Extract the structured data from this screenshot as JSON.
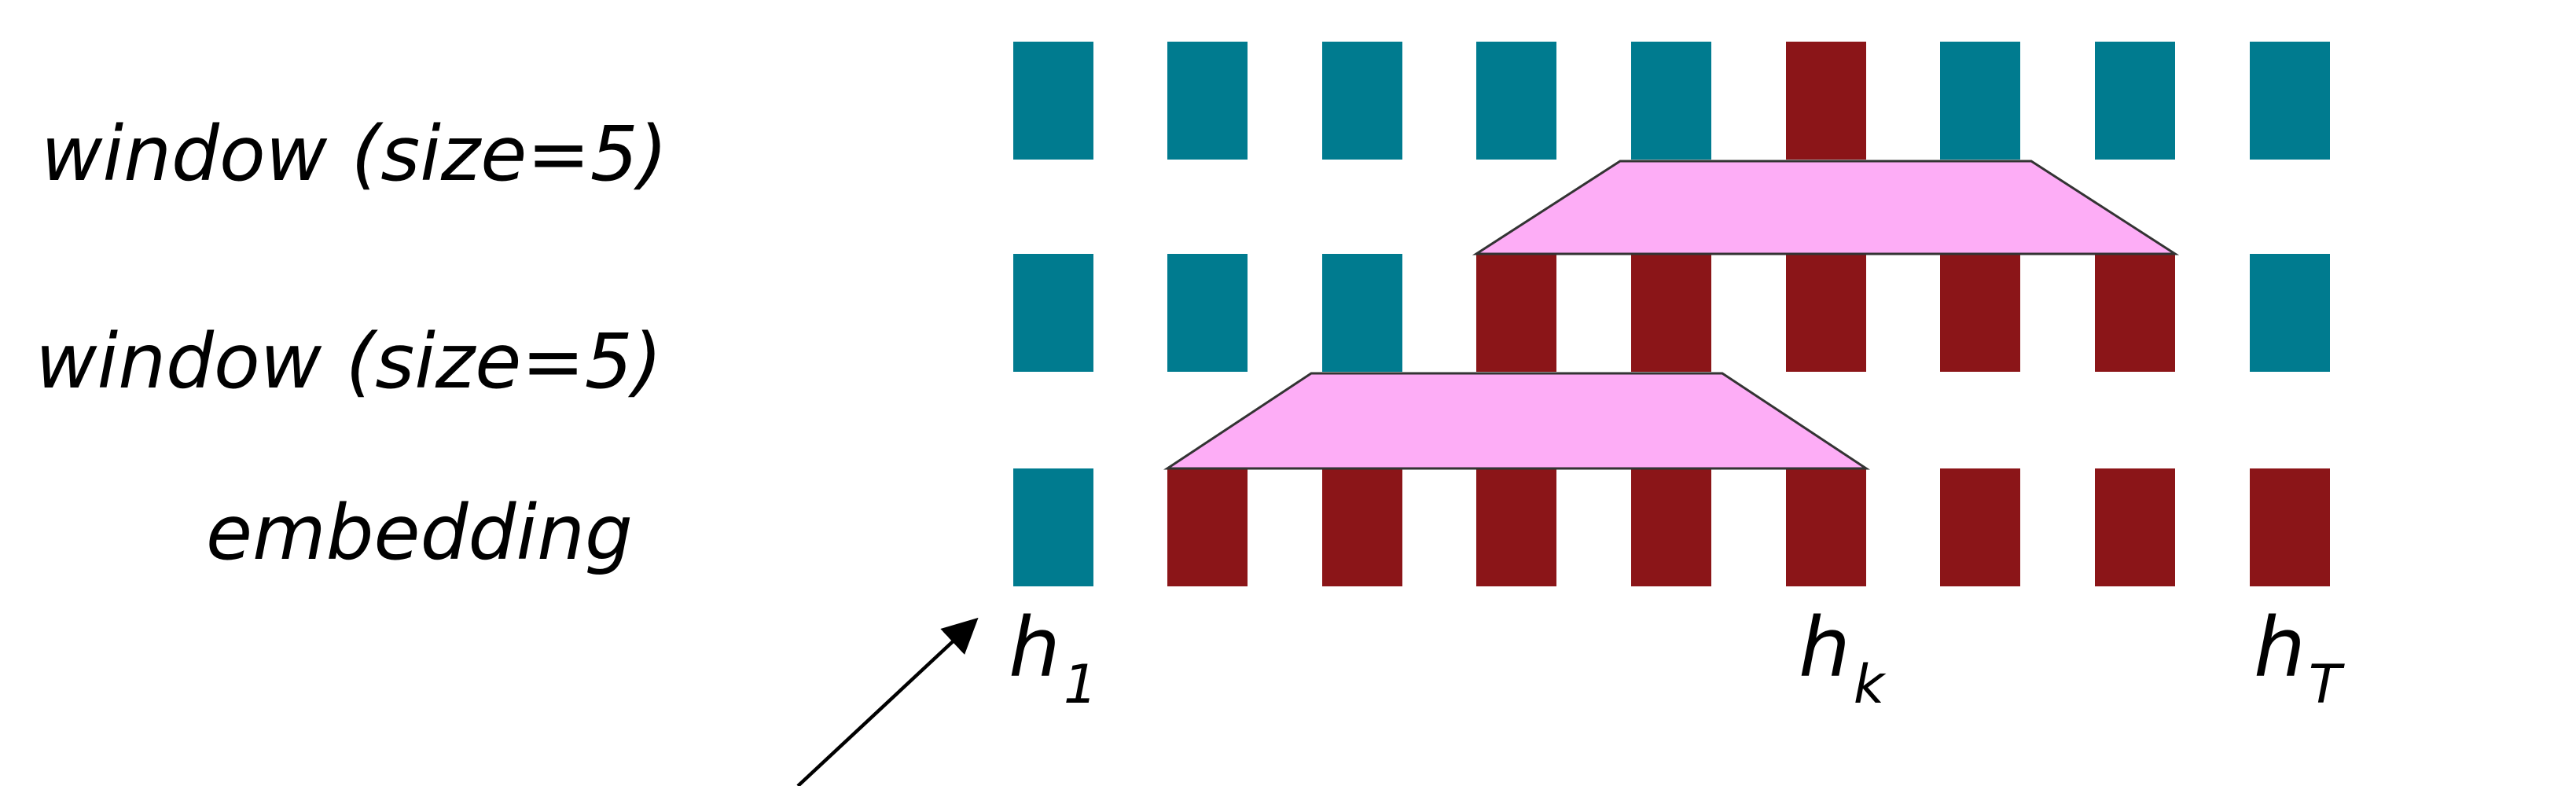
{
  "labels": {
    "row_top": "window (size=5)",
    "row_middle": "window (size=5)",
    "row_bottom": "embedding"
  },
  "hidden_labels": [
    {
      "main": "h",
      "sub": "1"
    },
    {
      "main": "h",
      "sub": "k"
    },
    {
      "main": "h",
      "sub": "T"
    }
  ],
  "grid": {
    "columns": 9,
    "rows": [
      {
        "name": "top-window-row",
        "states": [
          "t",
          "t",
          "t",
          "t",
          "t",
          "r",
          "t",
          "t",
          "t"
        ]
      },
      {
        "name": "middle-window-row",
        "states": [
          "t",
          "t",
          "t",
          "r",
          "r",
          "r",
          "r",
          "r",
          "t"
        ]
      },
      {
        "name": "embedding-row",
        "states": [
          "t",
          "r",
          "r",
          "r",
          "r",
          "r",
          "r",
          "r",
          "r"
        ]
      }
    ]
  },
  "windows": [
    {
      "name": "top-window-trapezoid",
      "row": 1,
      "from_col": 3,
      "to_col": 7
    },
    {
      "name": "middle-window-trapezoid",
      "row": 2,
      "from_col": 1,
      "to_col": 5
    }
  ],
  "colors": {
    "teal": "#007B8F",
    "red": "#8B1518",
    "pink": "#FDADF6",
    "outline": "#333333"
  }
}
